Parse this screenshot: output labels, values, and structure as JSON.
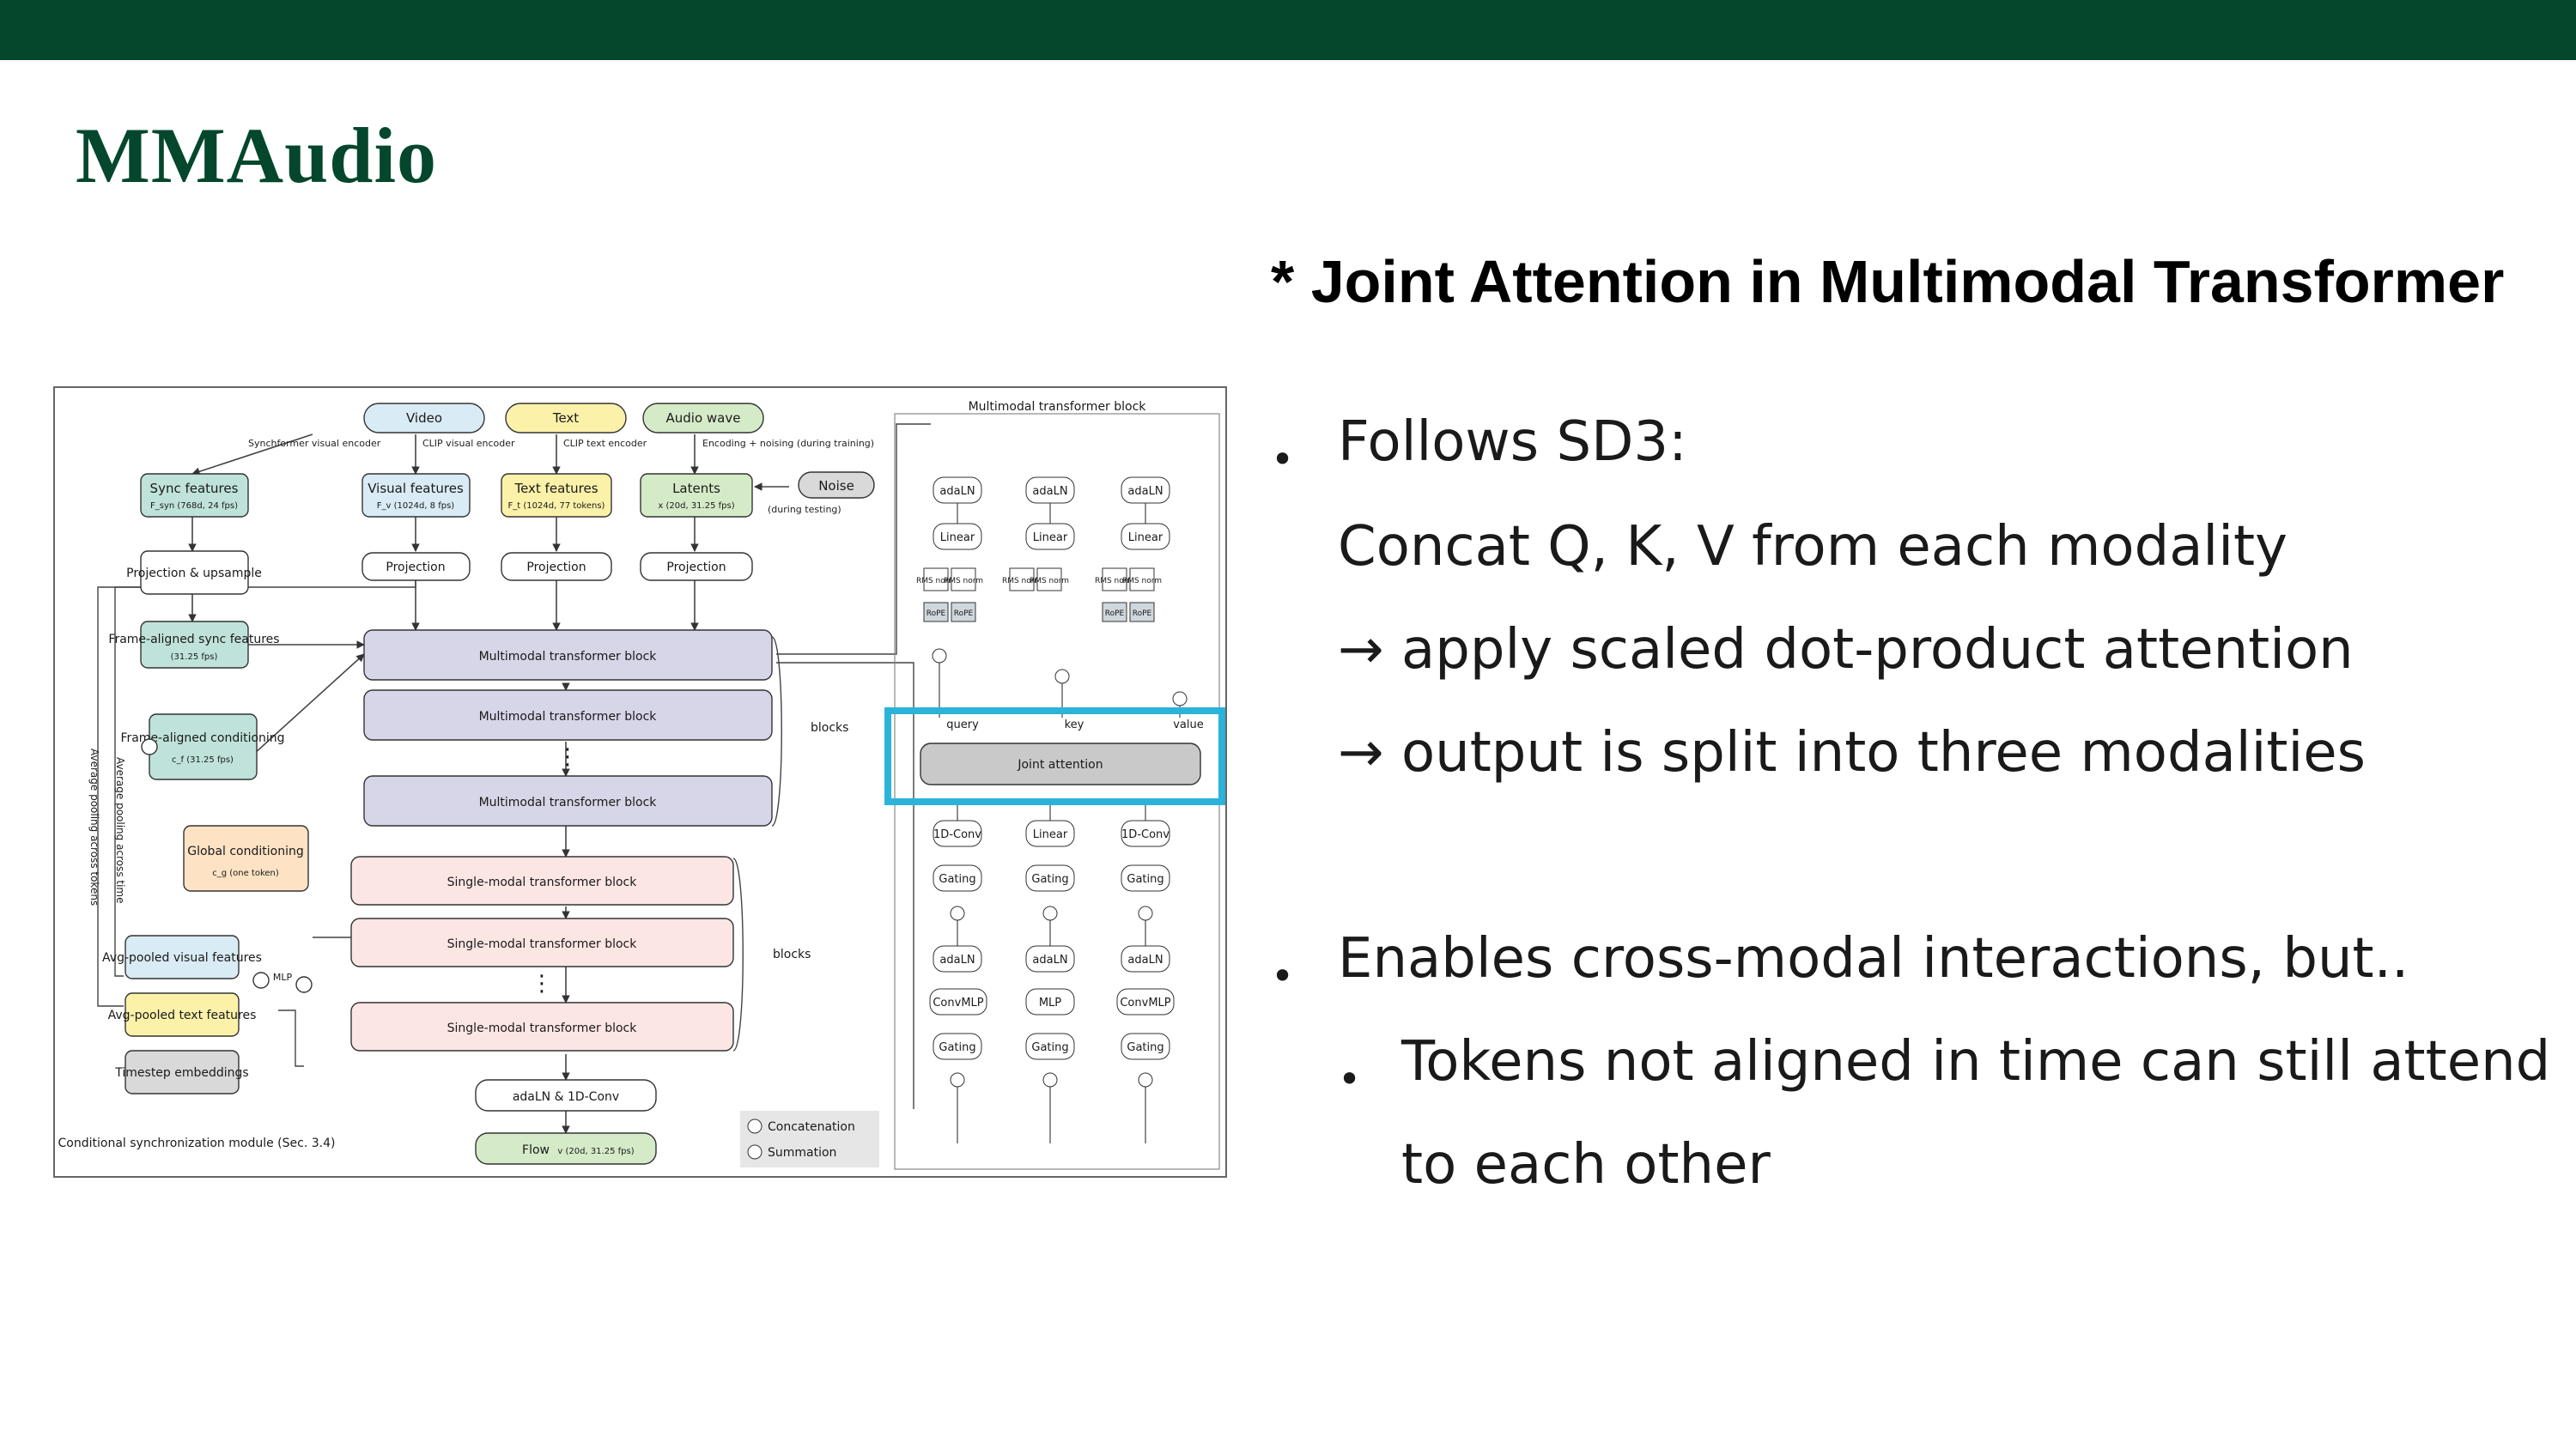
{
  "slide": {
    "title": "MMAudio",
    "heading": "* Joint Attention in Multimodal Transformer"
  },
  "bullets": {
    "b1_line1": "Follows SD3:",
    "b1_line2": "Concat Q, K, V from each modality",
    "b1_line3": "→ apply scaled dot-product attention",
    "b1_line4": "→ output is split into three modalities",
    "b2_line1": "Enables cross-modal interactions, but..",
    "sub1_line1": "Tokens not aligned in time can still attend",
    "sub1_line2": "to each other"
  },
  "figure": {
    "inputs": {
      "video": "Video",
      "text": "Text",
      "audio": "Audio wave",
      "noise": "Noise"
    },
    "encoders": {
      "sync": "Synchformer visual encoder",
      "clip_visual": "CLIP visual encoder",
      "clip_text": "CLIP text encoder",
      "encoding": "Encoding + noising (during training)",
      "during_testing": "(during testing)"
    },
    "features": {
      "sync": "Sync features",
      "sync_sub": "F_syn (768d, 24 fps)",
      "visual": "Visual features",
      "visual_sub": "F_v (1024d, 8 fps)",
      "text": "Text features",
      "text_sub": "F_t (1024d, 77 tokens)",
      "latents": "Latents",
      "latents_sub": "x (20d, 31.25 fps)"
    },
    "projection_upsample": "Projection & upsample",
    "projection": "Projection",
    "frame_sync": "Frame-aligned sync features",
    "frame_sync_sub": "(31.25 fps)",
    "frame_cond": "Frame-aligned conditioning",
    "frame_cond_sub": "c_f (31.25 fps)",
    "global_cond": "Global conditioning",
    "global_cond_sub": "c_g (one token)",
    "avg_visual": "Avg-pooled visual features",
    "avg_text": "Avg-pooled text features",
    "timestep": "Timestep embeddings",
    "mlp": "MLP",
    "avg_pool_tokens": "Average pooling across tokens",
    "avg_pool_time": "Average pooling across time",
    "mm_block": "Multimodal transformer block",
    "sm_block": "Single-modal transformer block",
    "n1_blocks": "blocks",
    "n2_blocks": "blocks",
    "adaln_conv": "adaLN & 1D-Conv",
    "flow": "Flow",
    "flow_sub": "v (20d, 31.25 fps)",
    "cond_sync_module": "Conditional synchronization module (Sec. 3.4)",
    "legend_concat": "Concatenation",
    "legend_sum": "Summation",
    "mm_detail_title": "Multimodal transformer block",
    "adaln": "adaLN",
    "linear": "Linear",
    "rms": "RMS norm",
    "rope": "RoPE",
    "query": "query",
    "key": "key",
    "value": "value",
    "joint_attention": "Joint attention",
    "conv1d": "1D-Conv",
    "gating": "Gating",
    "convmlp": "ConvMLP",
    "highlight_color": "#2bb3da",
    "accent_color": "#04472c"
  }
}
